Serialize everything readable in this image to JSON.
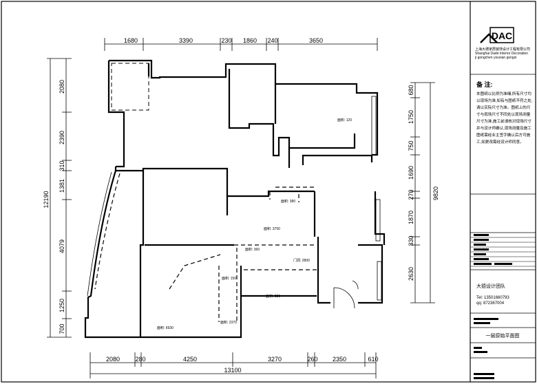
{
  "dimensions": {
    "top": [
      "1680",
      "3390",
      "230",
      "1860",
      "240",
      "3650"
    ],
    "left": [
      "2080",
      "2390",
      "310",
      "1381",
      "4079",
      "1250",
      "700"
    ],
    "left_total": "12190",
    "right": [
      "680",
      "1750",
      "750",
      "1690",
      "270",
      "1870",
      "330",
      "2630"
    ],
    "right_total": "9820",
    "bottom": [
      "2080",
      "280",
      "4250",
      "3270",
      "260",
      "2350",
      "610"
    ],
    "bottom_total": "13100"
  },
  "room_labels": {
    "r1": "面积: 120",
    "r2": "面积: 380",
    "r3": "面积: 3750",
    "r4": "面积: 360",
    "r5": "门洞: 2800",
    "r6": "面积: 150",
    "r7": "面积: 280",
    "r8": "面积: 6930",
    "r9": "面积: 2370"
  },
  "title_block": {
    "logo": "DAC",
    "company_lines": [
      "上海大德家居装饰设计工程有限公司",
      "Shanghai Dade Interior Decoration",
      "ji gongchen youxian gongsi"
    ],
    "notes_title": "备  注:",
    "notes_body": "本图纸以比例为准绳,所有尺寸均以现场为准,如有与图纸不符之处,请以实际尺寸为准。图纸上的尺寸与现场尺寸不同处以现场测量尺寸为准,施工前请核对现场尺寸并与设计师确认,现场测量及施工图纸需经业主签字确认后方可施工,如更改需经设计师同意。",
    "team_name": "大德设计团队",
    "tel": "Tel: 13501660793",
    "qq": "qq: 872367004",
    "drawing_title": "一层原始平面图"
  },
  "colors": {
    "line": "#000000",
    "background": "#ffffff"
  }
}
